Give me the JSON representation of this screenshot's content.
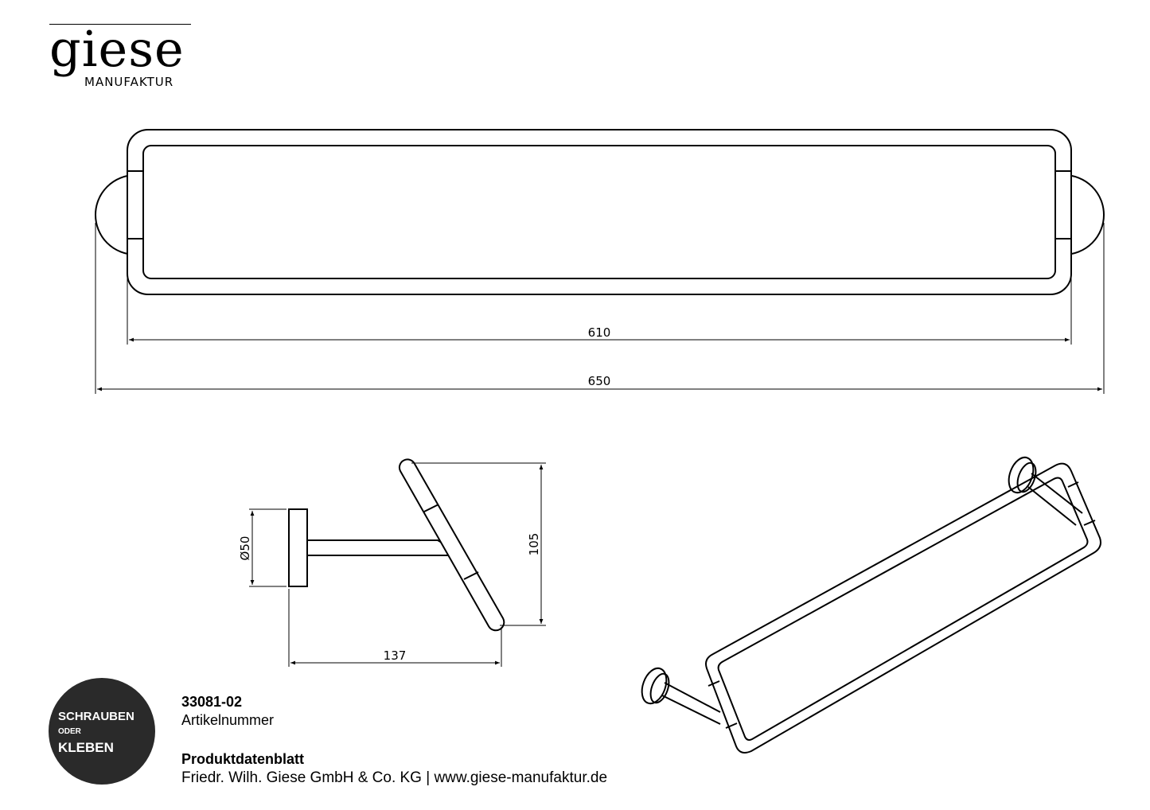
{
  "logo": {
    "name": "giese",
    "subtitle": "MANUFAKTUR"
  },
  "dimensions": {
    "inner_width": "610",
    "overall_width": "650",
    "rosette_diameter": "Ø50",
    "depth": "137",
    "height": "105"
  },
  "badge": {
    "line1": "SCHRAUBEN",
    "line2": "ODER",
    "line3": "KLEBEN"
  },
  "product": {
    "article_number": "33081-02",
    "article_label": "Artikelnummer",
    "sheet_title": "Produktdatenblatt",
    "company": "Friedr. Wilh. Giese GmbH & Co. KG | www.giese-manufaktur.de"
  }
}
